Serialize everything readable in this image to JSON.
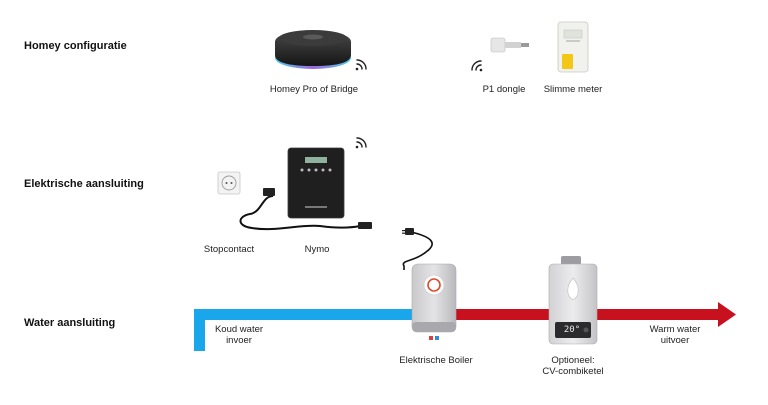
{
  "sections": {
    "homey": "Homey configuratie",
    "elektrisch": "Elektrische aansluiting",
    "water": "Water aansluiting"
  },
  "devices": {
    "homey_pro": "Homey Pro of Bridge",
    "p1_dongle": "P1 dongle",
    "slimme_meter": "Slimme meter",
    "stopcontact": "Stopcontact",
    "nymo": "Nymo",
    "boiler": "Elektrische Boiler",
    "cv_line1": "Optioneel:",
    "cv_line2": "CV-combiketel"
  },
  "flow": {
    "koud_line1": "Koud water",
    "koud_line2": "invoer",
    "warm_line1": "Warm water",
    "warm_line2": "uitvoer"
  },
  "displays": {
    "cv_temp": "20°"
  },
  "colors": {
    "cold": "#1aa6ea",
    "hot": "#c8111f"
  }
}
